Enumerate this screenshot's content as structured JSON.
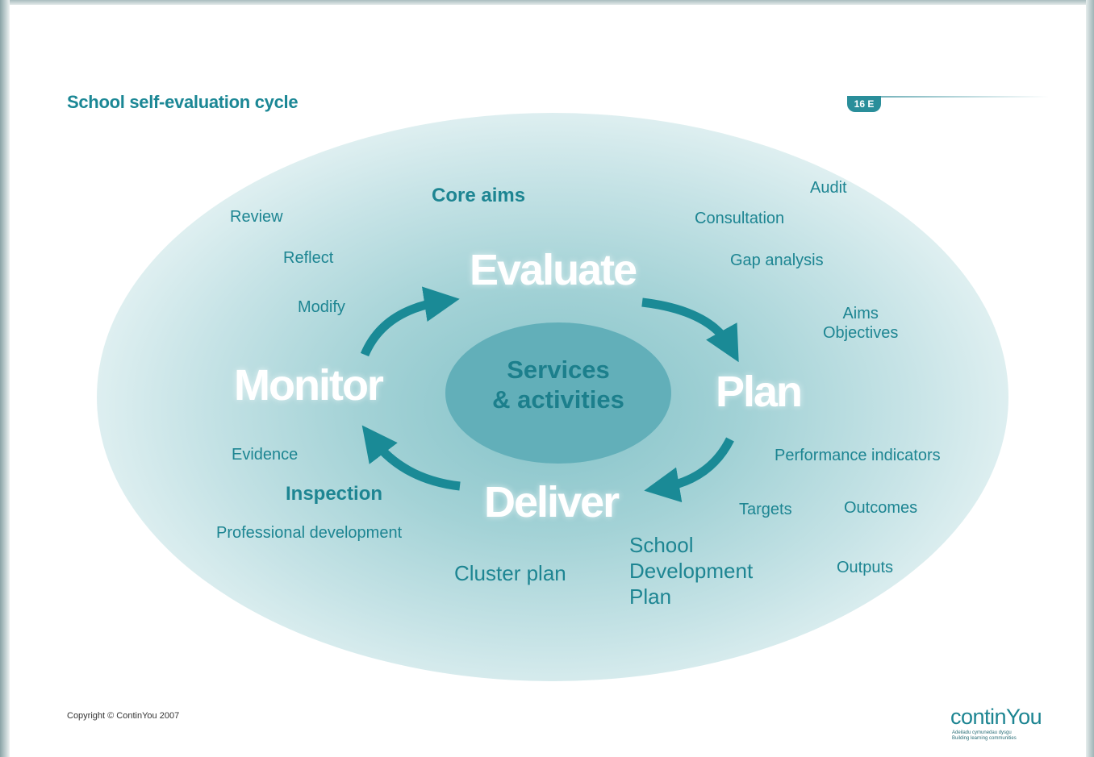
{
  "header": {
    "title": "School self-evaluation cycle",
    "page_badge": "16 E"
  },
  "cycle": {
    "centre": "Services\n& activities",
    "stages": {
      "evaluate": "Evaluate",
      "plan": "Plan",
      "deliver": "Deliver",
      "monitor": "Monitor"
    }
  },
  "labels": {
    "core_aims": "Core aims",
    "audit": "Audit",
    "consultation": "Consultation",
    "gap_analysis": "Gap analysis",
    "aims_objectives": "Aims\nObjectives",
    "review": "Review",
    "reflect": "Reflect",
    "modify": "Modify",
    "evidence": "Evidence",
    "inspection": "Inspection",
    "professional_development": "Professional development",
    "cluster_plan": "Cluster plan",
    "school_development_plan": "School\nDevelopment\nPlan",
    "performance_indicators": "Performance indicators",
    "targets": "Targets",
    "outcomes": "Outcomes",
    "outputs": "Outputs"
  },
  "footer": {
    "copyright": "Copyright © ContinYou 2007",
    "logo": "continYou",
    "logo_tagline": "Adeiladu cymunedau dysgu\nBuilding learning communities"
  },
  "colors": {
    "accent": "#1d8592",
    "arrow": "#1a8a96",
    "centre": "#62afb9",
    "halo": "#a3d2d6"
  }
}
